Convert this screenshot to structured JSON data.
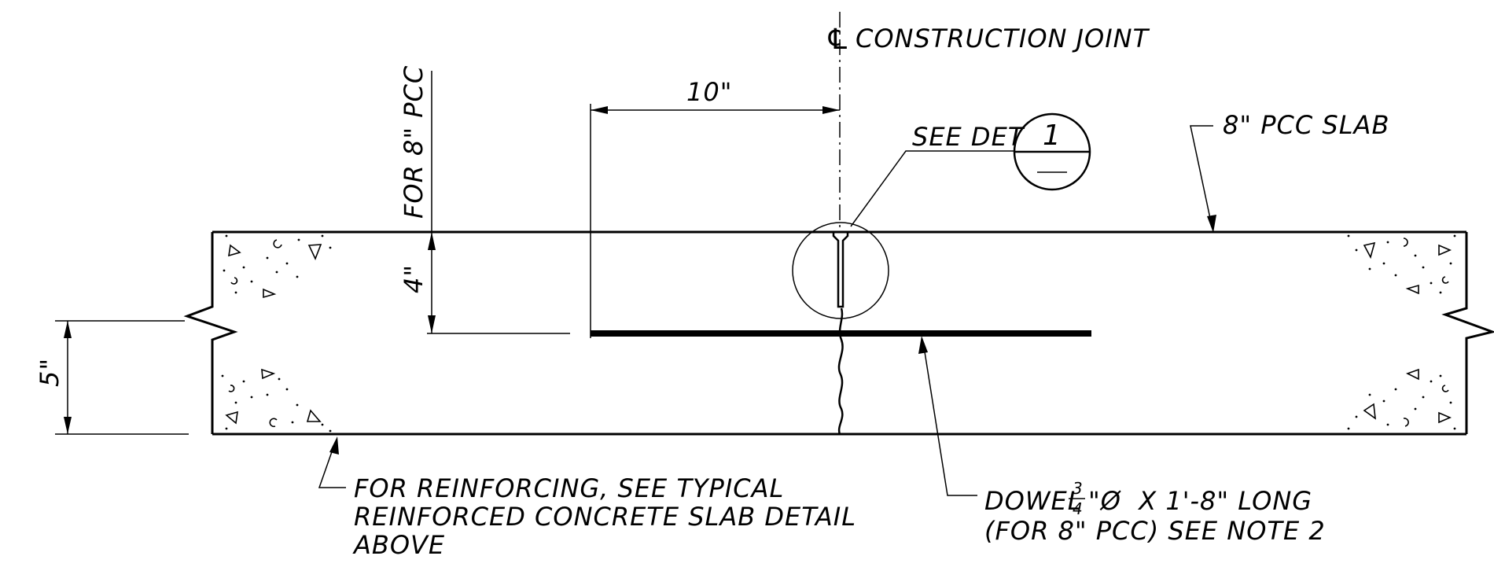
{
  "labels": {
    "centerline_symbol": "℄",
    "construction_joint": "CONSTRUCTION JOINT",
    "dim_10": "10\"",
    "for_8_pcc": "FOR 8\" PCC",
    "see_det": "SEE DET",
    "detail_number": "1",
    "slab": "8\" PCC SLAB",
    "dim_4": "4\"",
    "dim_5": "5\"",
    "reinforcing_line1": "FOR REINFORCING, SEE TYPICAL",
    "reinforcing_line2": "REINFORCED CONCRETE SLAB DETAIL",
    "reinforcing_line3": "ABOVE",
    "dowel_prefix": "DOWEL",
    "dowel_frac_num": "3",
    "dowel_frac_den": "4",
    "dowel_suffix": "\"Ø  X 1'-8\" LONG",
    "dowel_line2": "(FOR 8\" PCC) SEE NOTE 2"
  }
}
